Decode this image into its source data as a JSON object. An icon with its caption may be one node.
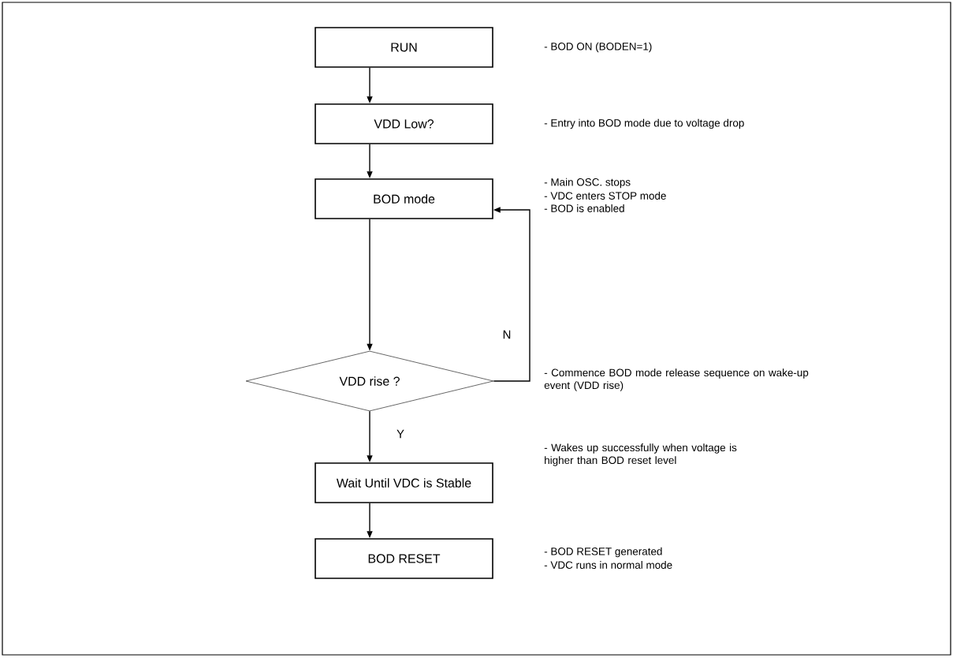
{
  "diagram": {
    "nodes": [
      {
        "text": [
          "RUN"
        ]
      },
      {
        "text": [
          "VDD Low?"
        ]
      },
      {
        "text": [
          "BOD mode"
        ],
        "beside": [
          "- Main OSC. stops",
          "- VDC enters STOP mode",
          "- BOD is enabled"
        ]
      },
      {
        "text": [
          "VDD rise ?"
        ]
      },
      {
        "text": [
          "Wait Until VDC is Stable"
        ]
      },
      {
        "text": [
          "BOD RESET"
        ],
        "beside": [
          "- BOD RESET generated",
          "- VDC runs in normal mode"
        ]
      }
    ],
    "edges": [
      {
        "from": 0,
        "to": 1,
        "arrow": "to"
      },
      {
        "from": 1,
        "to": 2,
        "arrow": "to"
      },
      {
        "from": 2,
        "to": 3,
        "arrow": "to"
      },
      {
        "from": 3,
        "to": 2,
        "arrow": "to",
        "label": "N"
      },
      {
        "from": 3,
        "to": 4,
        "arrow": "to",
        "label": "Y"
      },
      {
        "from": 4,
        "to": 5,
        "arrow": "to"
      }
    ],
    "labels": [
      "- BOD ON (BODEN=1)",
      "- Entry into BOD mode due to voltage drop",
      "- Commence BOD mode release sequence on wake-up event (VDD rise)",
      "- Wakes up successfully when voltage is higher than BOD reset level"
    ]
  }
}
